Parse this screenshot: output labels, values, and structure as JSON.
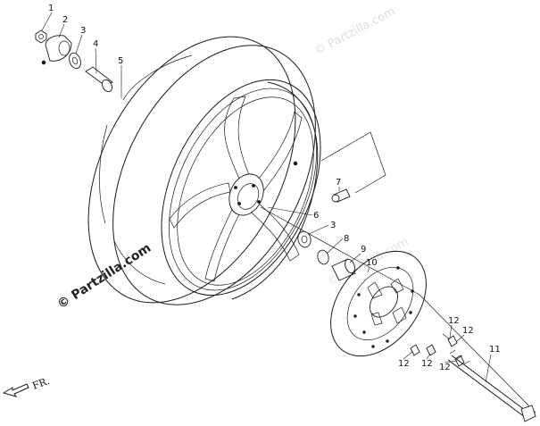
{
  "watermarks": {
    "copyright": "© Partzilla.com",
    "faint": "© Partzilla.com"
  },
  "direction_label": "FR.",
  "callouts": [
    {
      "id": "c1",
      "label": "1"
    },
    {
      "id": "c2",
      "label": "2"
    },
    {
      "id": "c3a",
      "label": "3"
    },
    {
      "id": "c4",
      "label": "4"
    },
    {
      "id": "c5",
      "label": "5"
    },
    {
      "id": "c6",
      "label": "6"
    },
    {
      "id": "c7",
      "label": "7"
    },
    {
      "id": "c3b",
      "label": "3"
    },
    {
      "id": "c8",
      "label": "8"
    },
    {
      "id": "c9",
      "label": "9"
    },
    {
      "id": "c10",
      "label": "10"
    },
    {
      "id": "c11",
      "label": "11"
    },
    {
      "id": "c12a",
      "label": "12"
    },
    {
      "id": "c12b",
      "label": "12"
    },
    {
      "id": "c12c",
      "label": "12"
    },
    {
      "id": "c12d",
      "label": "12"
    },
    {
      "id": "c12e",
      "label": "12"
    }
  ]
}
